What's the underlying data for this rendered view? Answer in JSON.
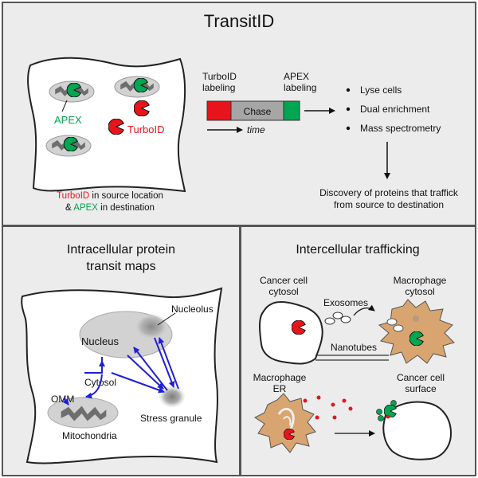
{
  "title": "TransitID",
  "top": {
    "apex_label": "APEX",
    "turboid_label": "TurboID",
    "caption_turboid": "TurboID",
    "caption_line1_rest": " in source location",
    "caption_amp": "& ",
    "caption_apex": "APEX",
    "caption_line2_rest": " in destination",
    "turboid_labeling_line1": "TurboID",
    "turboid_labeling_line2": "labeling",
    "apex_labeling_line1": "APEX",
    "apex_labeling_line2": "labeling",
    "chase_label": "Chase",
    "time_label": "time",
    "steps": [
      "Lyse cells",
      "Dual enrichment",
      "Mass spectrometry"
    ],
    "discovery_line1": "Discovery of proteins that traffick",
    "discovery_line2": "from source to destination"
  },
  "bottom_left": {
    "title_line1": "Intracellular protein",
    "title_line2": "transit maps",
    "nucleolus": "Nucleolus",
    "nucleus": "Nucleus",
    "cytosol": "Cytosol",
    "omm": "OMM",
    "mitochondria": "Mitochondria",
    "stress_granule": "Stress granule"
  },
  "bottom_right": {
    "title": "Intercellular trafficking",
    "cancer_cytosol_line1": "Cancer cell",
    "cancer_cytosol_line2": "cytosol",
    "exosomes": "Exosomes",
    "macrophage_cytosol_line1": "Macrophage",
    "macrophage_cytosol_line2": "cytosol",
    "nanotubes": "Nanotubes",
    "macrophage_er_line1": "Macrophage",
    "macrophage_er_line2": "ER",
    "cancer_surface_line1": "Cancer cell",
    "cancer_surface_line2": "surface"
  },
  "colors": {
    "turboid_red": "#e8141c",
    "apex_green": "#00a651",
    "arrow_blue": "#1f1fd8",
    "macrophage_tan": "#d8a470",
    "chase_gray": "#a6a6a6"
  }
}
